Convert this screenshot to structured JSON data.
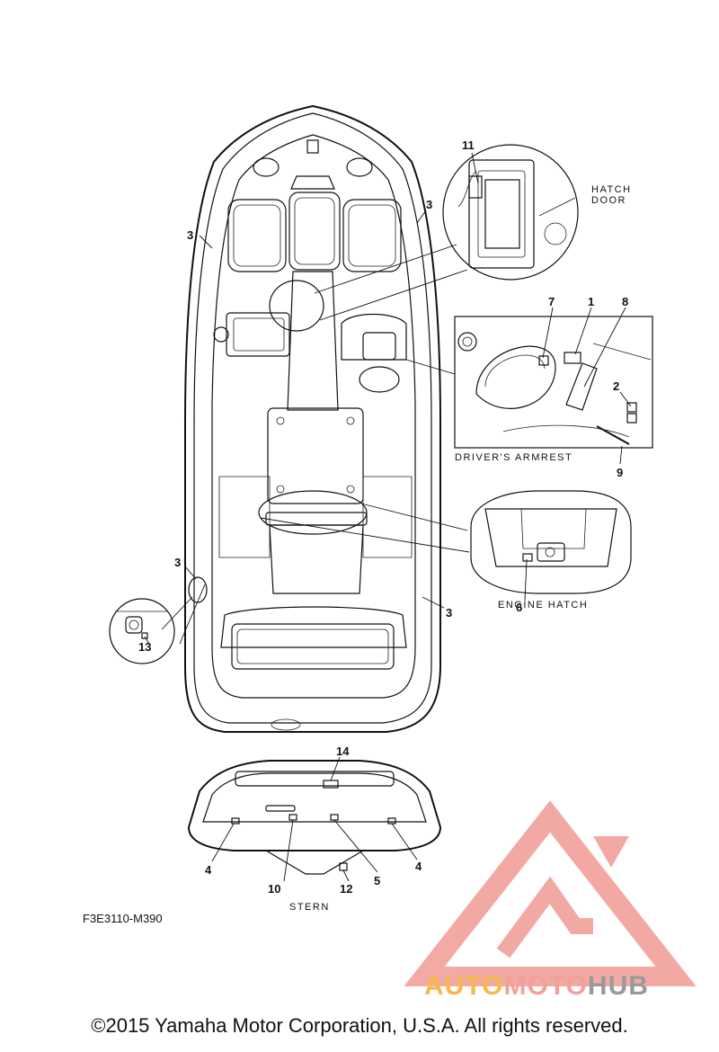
{
  "diagram": {
    "callouts": {
      "c1": "1",
      "c2": "2",
      "c3a": "3",
      "c3b": "3",
      "c3c": "3",
      "c3d": "3",
      "c4a": "4",
      "c4b": "4",
      "c5": "5",
      "c6": "6",
      "c7": "7",
      "c8": "8",
      "c9": "9",
      "c10": "10",
      "c11": "11",
      "c12": "12",
      "c13": "13",
      "c14": "14"
    },
    "detail_labels": {
      "hatch_door_line1": "HATCH",
      "hatch_door_line2": "DOOR",
      "drivers_armrest": "DRIVER'S ARMREST",
      "engine_hatch": "ENGINE HATCH",
      "stern": "STERN"
    },
    "figure_code": "F3E3110-M390"
  },
  "watermark": {
    "part1": "AUTO",
    "part2": "MOTO",
    "part3": "HUB",
    "colors": {
      "auto": "#f5b94a",
      "moto": "#f2a09a",
      "hub": "#9a9a9a",
      "logo": "#f29b94"
    }
  },
  "footer": {
    "copyright": "©2015 Yamaha Motor Corporation, U.S.A. All rights reserved."
  }
}
